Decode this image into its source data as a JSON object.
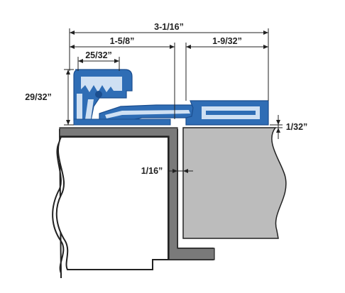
{
  "dimensions": {
    "overall_width": "3-1/16”",
    "hinge_leaf_width": "1-5/8”",
    "knuckle_width": "25/32”",
    "door_leaf_width": "1-9/32”",
    "height": "29/32”",
    "door_gap": "1/16”",
    "leaf_offset": "1/32”"
  },
  "colors": {
    "hinge_fill": "#2f6db5",
    "hinge_dark": "#1b4e8f",
    "hinge_light": "#cfe0f3",
    "frame_fill": "#ffffff",
    "frame_stroke": "#222222",
    "door_fill": "#bcbcbc",
    "jamb_fill": "#7a7a7a",
    "dim_line": "#222222"
  }
}
